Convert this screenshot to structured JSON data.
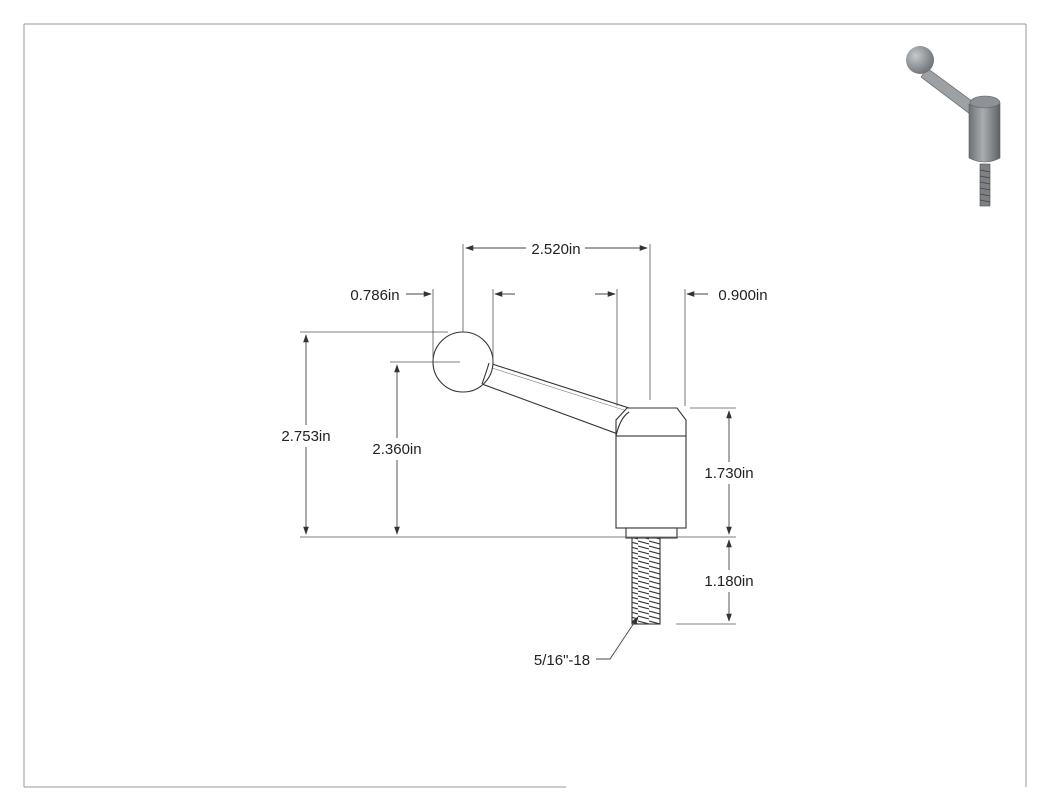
{
  "dimensions": {
    "handle_span": "2.520in",
    "ball_diameter": "0.786in",
    "body_diameter": "0.900in",
    "overall_height": "2.753in",
    "ball_center_height": "2.360in",
    "body_height": "1.730in",
    "thread_length": "1.180in"
  },
  "callouts": {
    "thread": "5/16\"-18"
  },
  "colors": {
    "border": "#9a9a9a",
    "part_fill": "#ffffff",
    "thumbnail_metal": "#8e9296"
  }
}
